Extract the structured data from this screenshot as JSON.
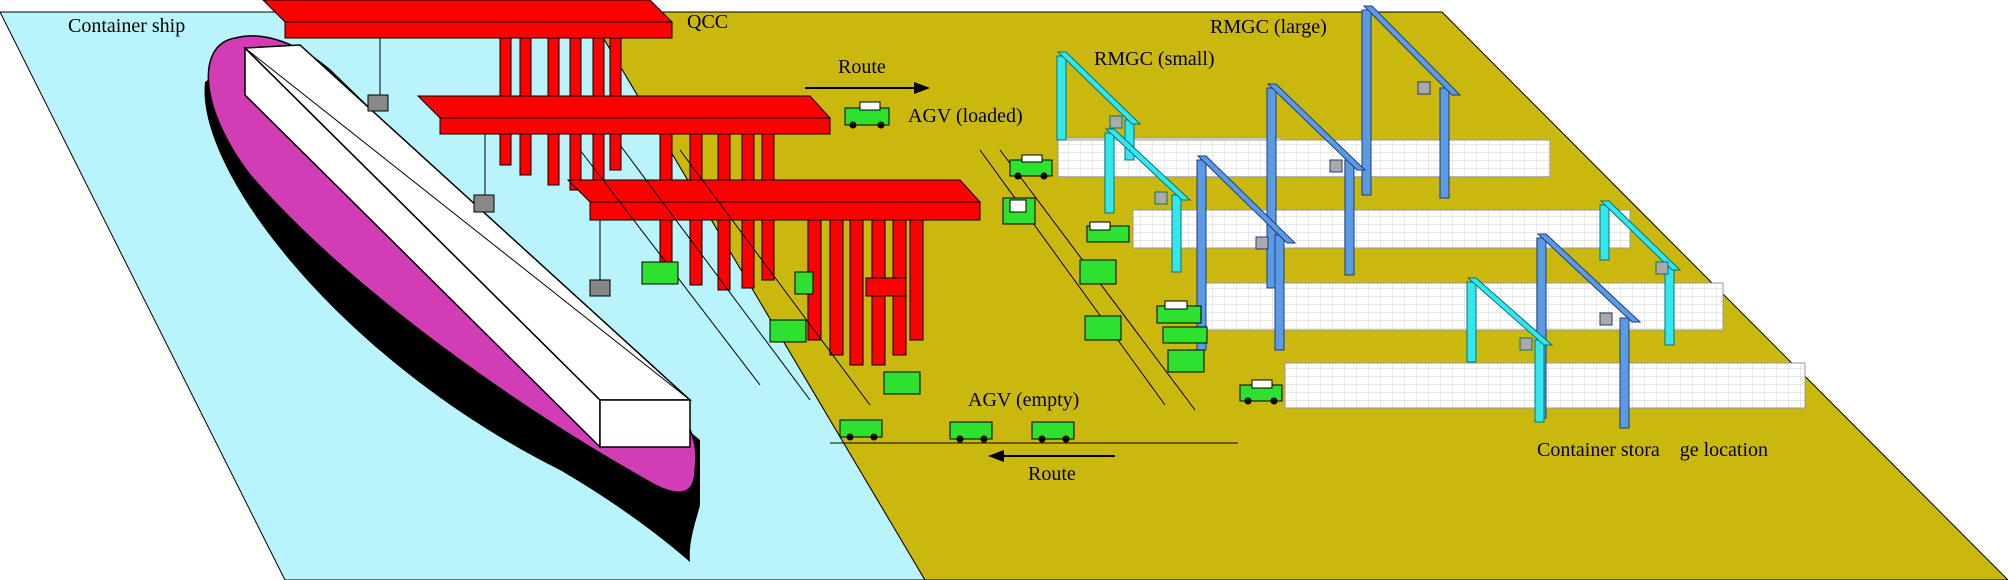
{
  "labels": {
    "container_ship": "Container ship",
    "qcc": "QCC",
    "route_top": "Route",
    "agv_loaded": "AGV (loaded)",
    "rmgc_small": "RMGC (small)",
    "rmgc_large": "RMGC (large)",
    "agv_empty": "AGV (empty)",
    "route_bottom": "Route",
    "container_storage": "Container stora    ge location"
  },
  "colors": {
    "water": "#b9f3fb",
    "quay": "#cbb80e",
    "ship_hull": "#d23cb4",
    "qcc": "#ff0000",
    "rmgc_small": "#32e8ee",
    "rmgc_large": "#5b9be6",
    "agv": "#2ee12e",
    "container": "#ffffff"
  }
}
